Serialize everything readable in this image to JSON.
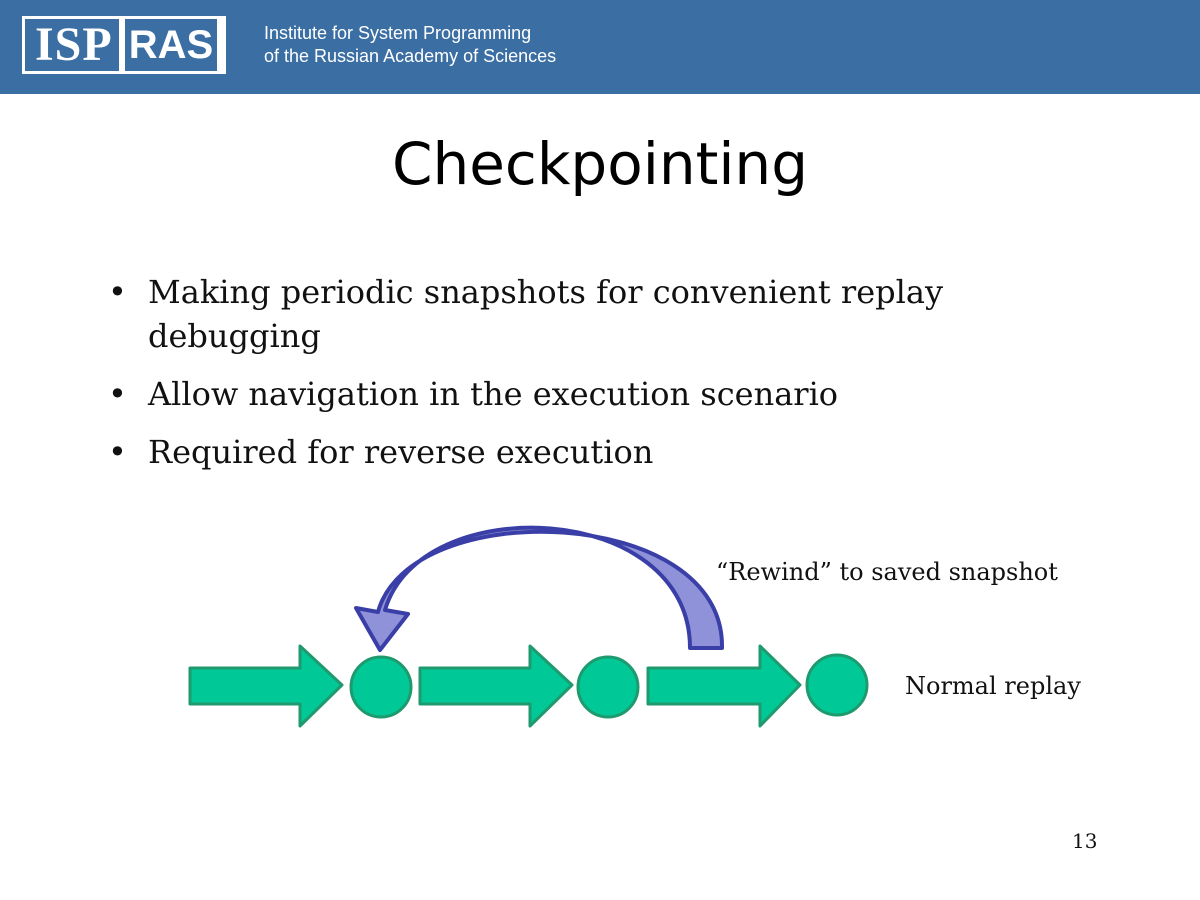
{
  "header": {
    "logo_left": "ISP",
    "logo_right": "RAS",
    "org_line1": "Institute for System Programming",
    "org_line2": "of the Russian Academy of Sciences"
  },
  "slide": {
    "title": "Checkpointing",
    "bullets": [
      "Making periodic snapshots for convenient replay debugging",
      "Allow navigation in the execution scenario",
      "Required for reverse execution"
    ],
    "page_number": "13"
  },
  "diagram": {
    "rewind_label": "“Rewind” to saved snapshot",
    "replay_label": "Normal replay",
    "colors": {
      "step_fill": "#00c896",
      "step_stroke": "#1f9a6e",
      "rewind_fill": "#8f92d8",
      "rewind_stroke": "#3a3fa8"
    }
  }
}
